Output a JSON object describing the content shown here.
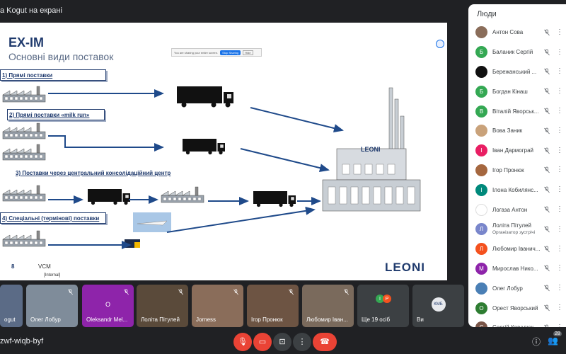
{
  "topbar": {
    "presenter_label": "а Kogut на екрані"
  },
  "slide": {
    "title": "EX-IM",
    "subtitle": "Основні види поставок",
    "sharebar": {
      "text": "You are sharing your entire screen.",
      "stop_label": "Stop Sharing",
      "hide_label": "Hide"
    },
    "labels": {
      "l1": "1) Прямі поставки",
      "l2": "2) Прямі поставки «milk run»",
      "l3": "3) Поставки через центральний консолідаційний центр",
      "l4": "4) Спеціальні (термінові) поставки"
    },
    "factory_sign": "LEONI",
    "footer": {
      "page": "8",
      "vcm": "VCM",
      "internal": "[Internal]",
      "logo": "LEONI"
    }
  },
  "people_panel": {
    "title": "Люди",
    "participants": [
      {
        "name": "Антон Сова",
        "initial": "",
        "color": "#8a6d5a"
      },
      {
        "name": "Баланик Сергій",
        "initial": "Б",
        "color": "#34a853"
      },
      {
        "name": "Бережанський ...",
        "initial": "",
        "color": "#111111"
      },
      {
        "name": "Богдан Кінаш",
        "initial": "Б",
        "color": "#34a853"
      },
      {
        "name": "Віталій Яворськ...",
        "initial": "В",
        "color": "#34a853"
      },
      {
        "name": "Вова Заник",
        "initial": "",
        "color": "#c9a27a"
      },
      {
        "name": "Іван Дармограй",
        "initial": "І",
        "color": "#e91e63"
      },
      {
        "name": "Ігор Пронюк",
        "initial": "",
        "color": "#a5673f"
      },
      {
        "name": "Ілона Кобилянс...",
        "initial": "І",
        "color": "#00897b"
      },
      {
        "name": "Логаза Антон",
        "initial": "",
        "color": "#ffffff"
      },
      {
        "name": "Лоліта Пітулей",
        "initial": "Л",
        "color": "#7986cb",
        "role": "Організатор зустрічі"
      },
      {
        "name": "Любомир Іванич...",
        "initial": "Л",
        "color": "#f4511e"
      },
      {
        "name": "Мирослав Нико...",
        "initial": "М",
        "color": "#8e24aa"
      },
      {
        "name": "Олег Лобур",
        "initial": "",
        "color": "#4a7fb5"
      },
      {
        "name": "Орест Яворський",
        "initial": "О",
        "color": "#2e7d32"
      },
      {
        "name": "Сергій Ковалюк",
        "initial": "С",
        "color": "#795548"
      }
    ]
  },
  "thumbnails": [
    {
      "name": "ogut",
      "initial": "",
      "color": "#5b6b86"
    },
    {
      "name": "Олег Лобур",
      "initial": "",
      "color": "#7f8c9a"
    },
    {
      "name": "Oleksandr Mel...",
      "initial": "O",
      "color": "#8e24aa"
    },
    {
      "name": "Лоліта Пітулей",
      "initial": "",
      "color": "#5a4a3a"
    },
    {
      "name": "Jorness",
      "initial": "",
      "color": "#8a6d5a"
    },
    {
      "name": "Ігор Пронюк",
      "initial": "",
      "color": "#6d5443"
    },
    {
      "name": "Любомир Іван...",
      "initial": "",
      "color": "#7a6a5c"
    },
    {
      "name": "Ще 19 осіб",
      "initial": "",
      "color": "#3c4043"
    },
    {
      "name": "Ви",
      "initial": "",
      "color": "#3c4043"
    }
  ],
  "others_badges": [
    "І",
    "Р"
  ],
  "you_logo": "КМБ",
  "bottombar": {
    "meet_code": "zwf-wiqb-byf",
    "participant_count": "28"
  },
  "colors": {
    "accent_red": "#ea4335",
    "panel_bg": "#ffffff",
    "dark_bg": "#202124"
  }
}
